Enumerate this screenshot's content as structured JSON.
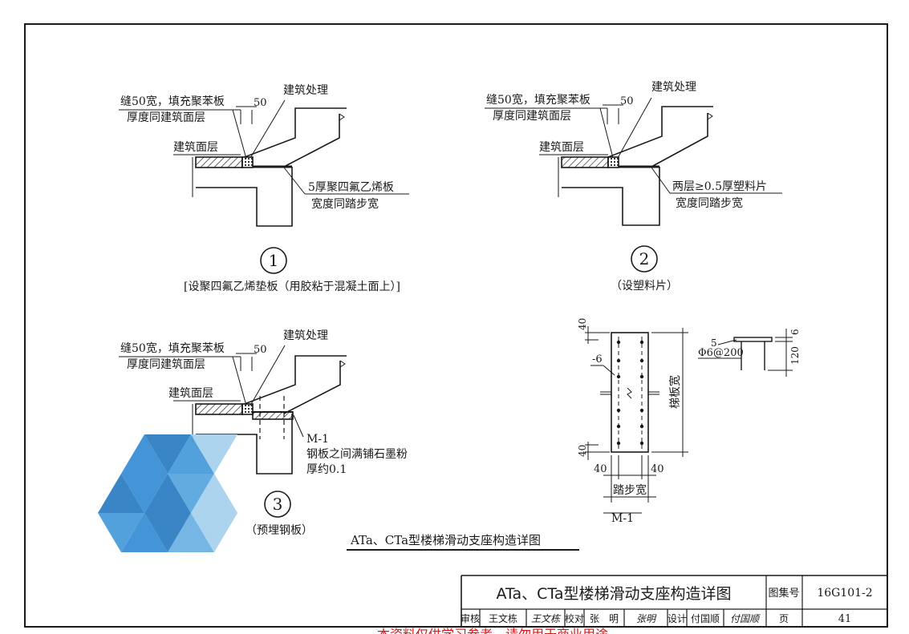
{
  "detail_1": {
    "gap_note_line1": "缝50宽，填充聚苯板",
    "gap_note_line2": "厚度同建筑面层",
    "dim_50": "50",
    "arch_treatment": "建筑处理",
    "floor_finish": "建筑面层",
    "pad_note_line1": "5厚聚四氟乙烯板",
    "pad_note_line2": "宽度同踏步宽",
    "number": "1",
    "caption": "[设聚四氟乙烯垫板（用胶粘于混凝土面上）]"
  },
  "detail_2": {
    "gap_note_line1": "缝50宽，填充聚苯板",
    "gap_note_line2": "厚度同建筑面层",
    "dim_50": "50",
    "arch_treatment": "建筑处理",
    "floor_finish": "建筑面层",
    "pad_note_line1": "两层≥0.5厚塑料片",
    "pad_note_line2": "宽度同踏步宽",
    "number": "2",
    "caption": "（设塑料片）"
  },
  "detail_3": {
    "gap_note_line1": "缝50宽，填充聚苯板",
    "gap_note_line2": "厚度同建筑面层",
    "dim_50": "50",
    "arch_treatment": "建筑处理",
    "floor_finish": "建筑面层",
    "plate_tag": "M-1",
    "plate_note_line1": "钢板之间满铺石墨粉",
    "plate_note_line2": "厚约0.1",
    "number": "3",
    "caption": "（预埋钢板）"
  },
  "plate_m1": {
    "dim_top_40": "40",
    "dim_bottom_40": "40",
    "thickness": "-6",
    "slab_width": "梯板宽",
    "dim_left_40": "40",
    "dim_right_40": "40",
    "step_width": "踏步宽",
    "label": "M-1",
    "anchor_weld": "5",
    "anchor_bar": "Φ6@200",
    "dim_6": "6",
    "dim_120": "120"
  },
  "drawing_title": "ATa、CTa型楼梯滑动支座构造详图",
  "title_block": {
    "title": "ATa、CTa型楼梯滑动支座构造详图",
    "atlas_label": "图集号",
    "atlas_no": "16G101-2",
    "review_label": "审核",
    "review_name": "王文栋",
    "review_sign": "王文栋",
    "check_label": "校对",
    "check_name": "张　明",
    "check_sign": "张明",
    "design_label": "设计",
    "design_name": "付国顺",
    "design_sign": "付国顺",
    "page_label": "页",
    "page_no": "41"
  },
  "footer_text": "本资料仅供学习参考，请勿用于商业用途",
  "colors": {
    "ink": "#1a1a1a",
    "hatch": "#2a2a2a",
    "wm_blue": "#3b8fd6",
    "wm_light": "#a9d2ee",
    "footer_red": "#d61a1a"
  }
}
